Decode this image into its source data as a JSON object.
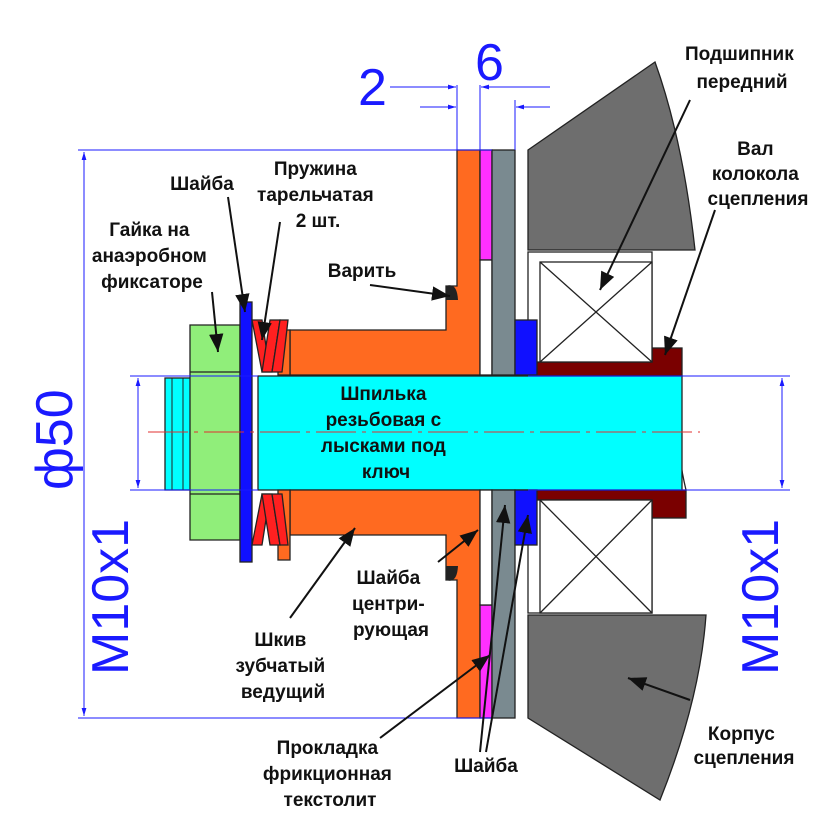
{
  "dimensions": {
    "d2": "2",
    "d6": "6",
    "phi50": "ф50",
    "thread_left": "M10x1",
    "thread_right": "M10x1"
  },
  "labels": {
    "bearing": [
      "Подшипник",
      "передний"
    ],
    "bell_shaft": [
      "Вал",
      "колокола",
      "сцепления"
    ],
    "washer_top": [
      "Шайба"
    ],
    "spring": [
      "Пружина",
      "тарельчатая",
      "2 шт."
    ],
    "nut": [
      "Гайка на",
      "анаэробном",
      "фиксаторе"
    ],
    "weld": [
      "Варить"
    ],
    "stud": [
      "Шпилька",
      "резьбовая с",
      "лысками под",
      "ключ"
    ],
    "centering_washer": [
      "Шайба",
      "центри-",
      "рующая"
    ],
    "pulley": [
      "Шкив",
      "зубчатый",
      "ведущий"
    ],
    "housing": [
      "Корпус",
      "сцепления"
    ],
    "friction_pad": [
      "Прокладка",
      "фрикционная",
      "текстолит"
    ],
    "washer_bottom": [
      "Шайба"
    ]
  },
  "colors": {
    "nut": "#90ee7a",
    "stud": "#00ffff",
    "pulley": "#ff6a20",
    "washer": "#1010ff",
    "spring": "#ff2020",
    "friction_pad": "#ff30ff",
    "gray_washer": "#7a8a90",
    "housing": "#6e6e6e",
    "bell_shaft": "#7a0000",
    "dimension": "#1a1aff"
  }
}
